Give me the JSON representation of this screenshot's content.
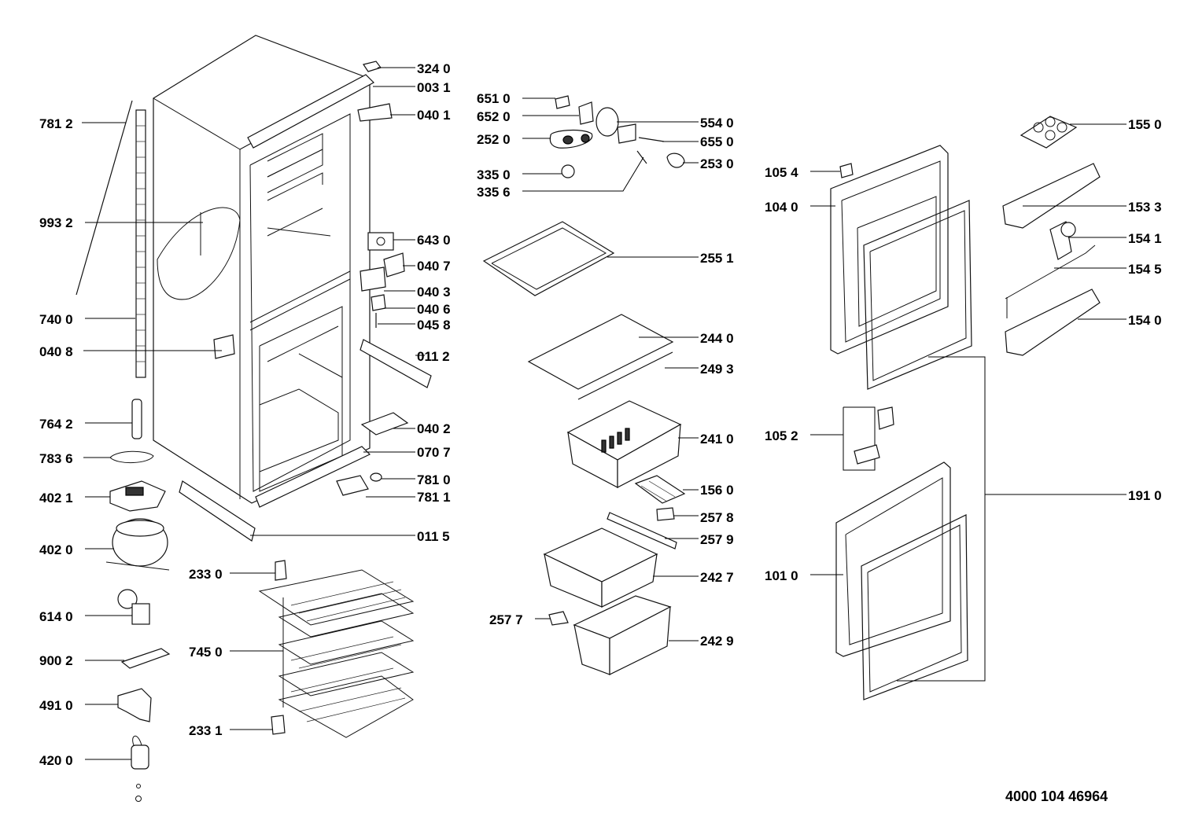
{
  "document_number": "4000 104 46964",
  "parts": [
    {
      "id": "p-324-0",
      "label": "324 0"
    },
    {
      "id": "p-003-1",
      "label": "003 1"
    },
    {
      "id": "p-040-1",
      "label": "040 1"
    },
    {
      "id": "p-781-2",
      "label": "781 2"
    },
    {
      "id": "p-993-2",
      "label": "993 2"
    },
    {
      "id": "p-643-0",
      "label": "643 0"
    },
    {
      "id": "p-040-7",
      "label": "040 7"
    },
    {
      "id": "p-040-3",
      "label": "040 3"
    },
    {
      "id": "p-040-6",
      "label": "040 6"
    },
    {
      "id": "p-045-8",
      "label": "045 8"
    },
    {
      "id": "p-740-0",
      "label": "740 0"
    },
    {
      "id": "p-040-8",
      "label": "040 8"
    },
    {
      "id": "p-011-2",
      "label": "011 2"
    },
    {
      "id": "p-764-2",
      "label": "764 2"
    },
    {
      "id": "p-040-2",
      "label": "040 2"
    },
    {
      "id": "p-783-6",
      "label": "783 6"
    },
    {
      "id": "p-070-7",
      "label": "070 7"
    },
    {
      "id": "p-402-1",
      "label": "402 1"
    },
    {
      "id": "p-781-0",
      "label": "781 0"
    },
    {
      "id": "p-781-1",
      "label": "781 1"
    },
    {
      "id": "p-011-5",
      "label": "011 5"
    },
    {
      "id": "p-402-0",
      "label": "402 0"
    },
    {
      "id": "p-233-0",
      "label": "233 0"
    },
    {
      "id": "p-614-0",
      "label": "614 0"
    },
    {
      "id": "p-745-0",
      "label": "745 0"
    },
    {
      "id": "p-900-2",
      "label": "900 2"
    },
    {
      "id": "p-491-0",
      "label": "491 0"
    },
    {
      "id": "p-233-1",
      "label": "233 1"
    },
    {
      "id": "p-420-0",
      "label": "420 0"
    },
    {
      "id": "p-651-0",
      "label": "651 0"
    },
    {
      "id": "p-652-0",
      "label": "652 0"
    },
    {
      "id": "p-554-0",
      "label": "554 0"
    },
    {
      "id": "p-252-0",
      "label": "252 0"
    },
    {
      "id": "p-655-0",
      "label": "655 0"
    },
    {
      "id": "p-253-0",
      "label": "253 0"
    },
    {
      "id": "p-335-0",
      "label": "335 0"
    },
    {
      "id": "p-335-6",
      "label": "335 6"
    },
    {
      "id": "p-255-1",
      "label": "255 1"
    },
    {
      "id": "p-244-0",
      "label": "244 0"
    },
    {
      "id": "p-249-3",
      "label": "249 3"
    },
    {
      "id": "p-241-0",
      "label": "241 0"
    },
    {
      "id": "p-156-0",
      "label": "156 0"
    },
    {
      "id": "p-257-8",
      "label": "257 8"
    },
    {
      "id": "p-257-9",
      "label": "257 9"
    },
    {
      "id": "p-242-7",
      "label": "242 7"
    },
    {
      "id": "p-257-7",
      "label": "257 7"
    },
    {
      "id": "p-242-9",
      "label": "242 9"
    },
    {
      "id": "p-105-4",
      "label": "105 4"
    },
    {
      "id": "p-104-0",
      "label": "104 0"
    },
    {
      "id": "p-155-0",
      "label": "155 0"
    },
    {
      "id": "p-153-3",
      "label": "153 3"
    },
    {
      "id": "p-154-1",
      "label": "154 1"
    },
    {
      "id": "p-154-5",
      "label": "154 5"
    },
    {
      "id": "p-154-0",
      "label": "154 0"
    },
    {
      "id": "p-105-2",
      "label": "105 2"
    },
    {
      "id": "p-191-0",
      "label": "191 0"
    },
    {
      "id": "p-101-0",
      "label": "101 0"
    }
  ]
}
